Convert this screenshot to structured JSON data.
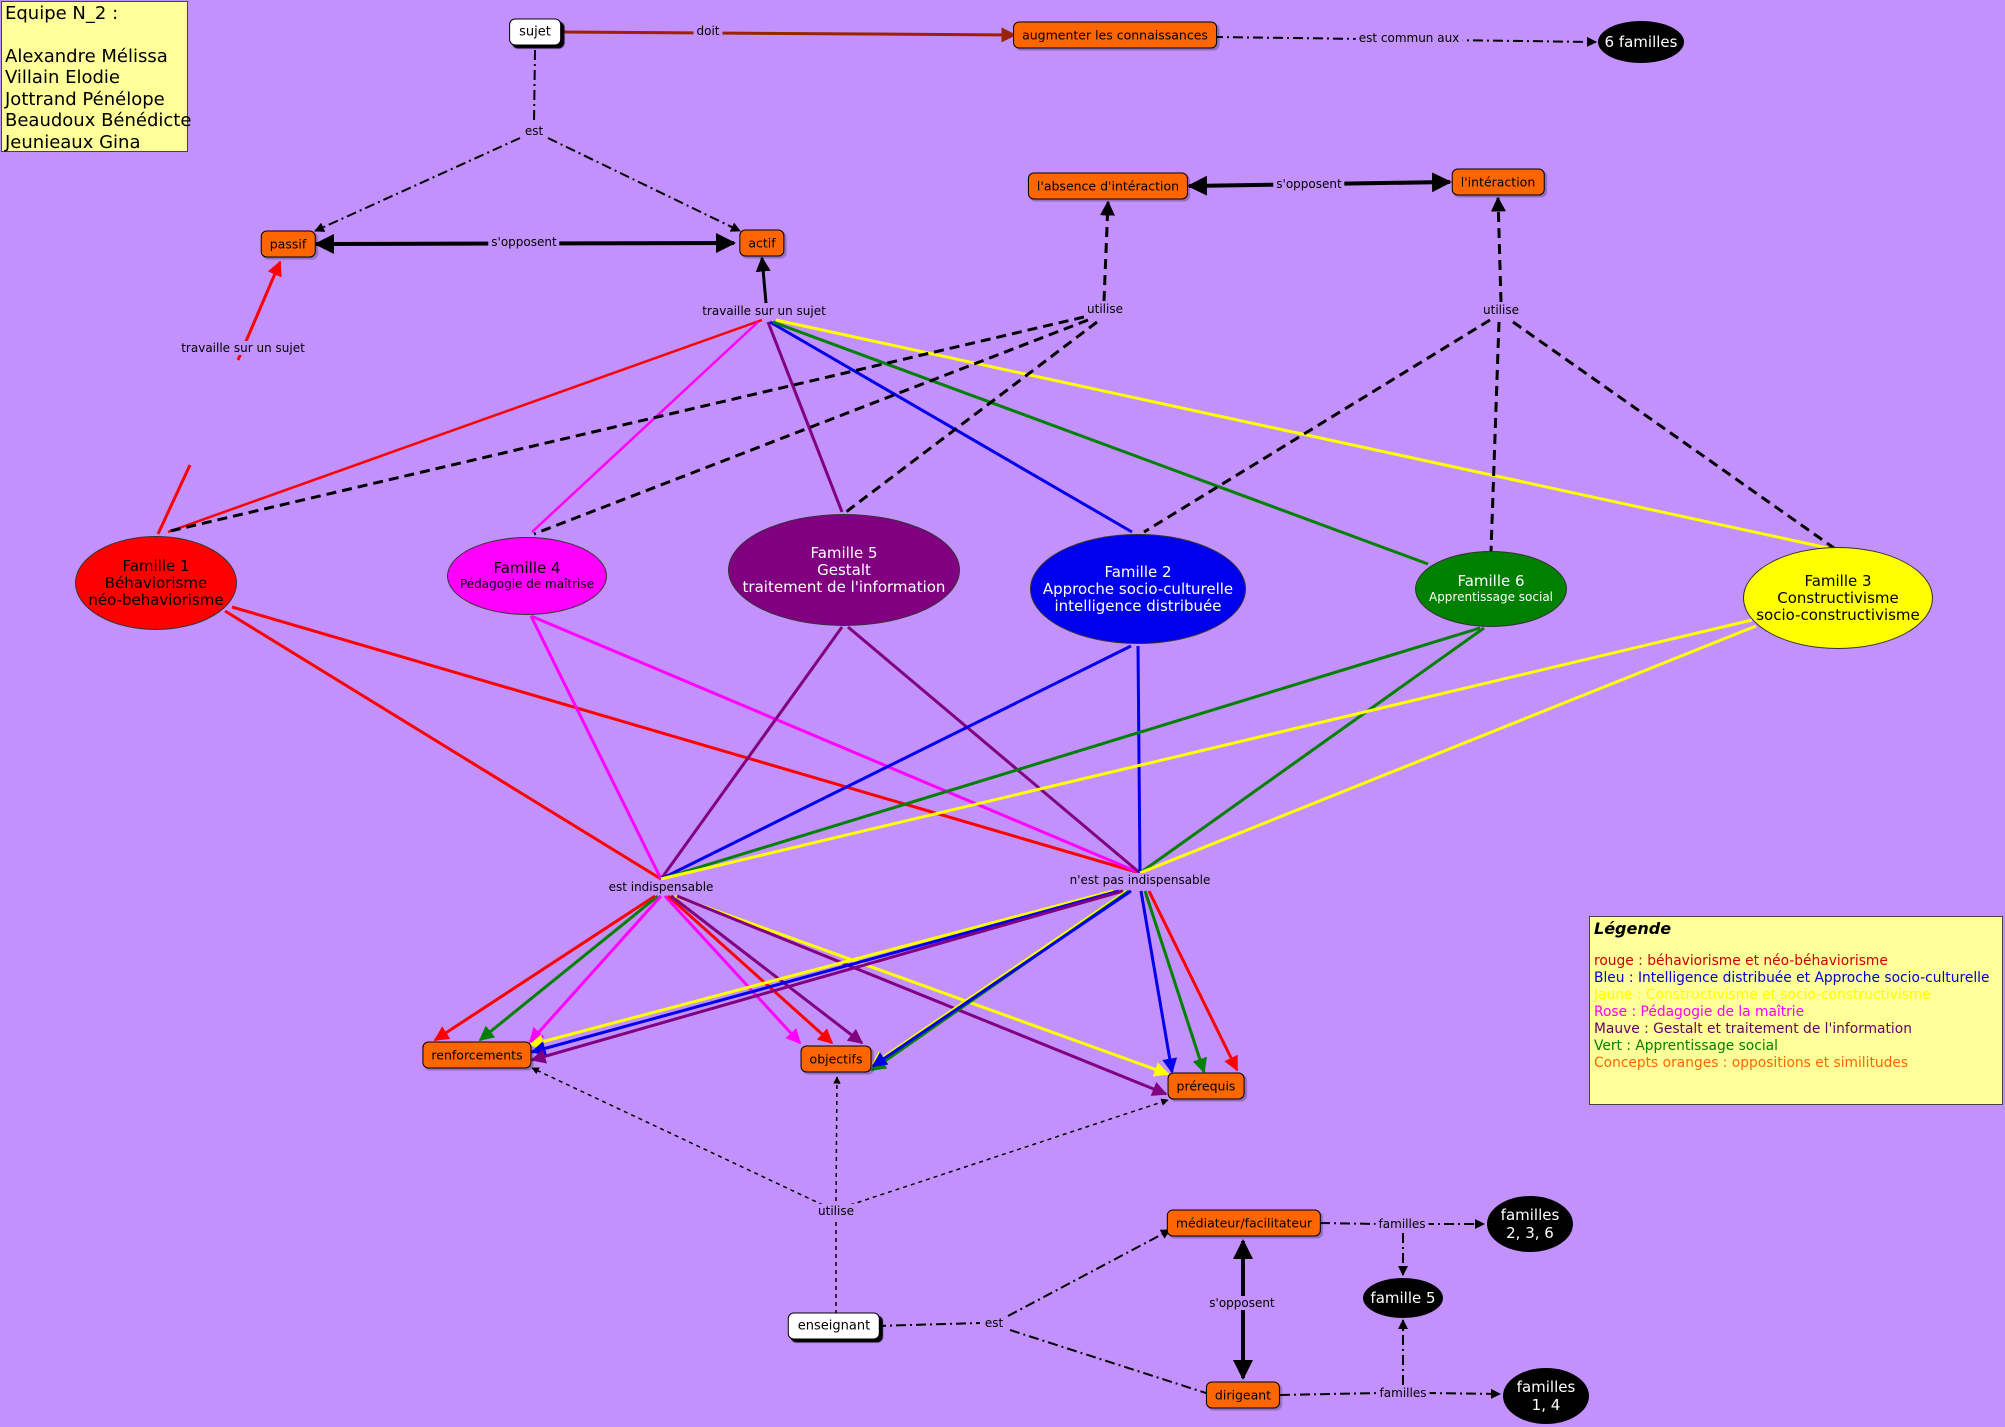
{
  "team": {
    "title": "Equipe N_2 :",
    "members": [
      "Alexandre Mélissa",
      "Villain Elodie",
      "Jottrand Pénélope",
      "Beaudoux Bénédicte",
      "Jeunieaux Gina"
    ]
  },
  "colors": {
    "background": "#c391fb",
    "concept": "#ff6600",
    "famille1": "#ff0000",
    "famille2": "#0000ee",
    "famille3": "#ffff00",
    "famille4": "#ff00ff",
    "famille5": "#800080",
    "famille6": "#008000",
    "doit_link": "#992200"
  },
  "nodes": {
    "sujet": "sujet",
    "augmenter": "augmenter les connaissances",
    "six_familles": "6 familles",
    "absence": "l'absence d'intéraction",
    "interaction": "l'intéraction",
    "passif": "passif",
    "actif": "actif",
    "renforcements": "renforcements",
    "objectifs": "objectifs",
    "prerequis": "prérequis",
    "mediateur": "médiateur/facilitateur",
    "dirigeant": "dirigeant",
    "enseignant": "enseignant",
    "fam236": [
      "familles",
      "2, 3, 6"
    ],
    "fam5": "famille 5",
    "fam14": [
      "familles",
      "1, 4"
    ]
  },
  "families": {
    "f1": [
      "Famille 1",
      "Béhaviorisme",
      "néo-behaviorisme"
    ],
    "f4": [
      "Famille 4",
      "Pédagogie de maîtrise"
    ],
    "f5": [
      "Famille 5",
      "Gestalt",
      "traitement de l'information"
    ],
    "f2": [
      "Famille 2",
      "Approche socio-culturelle",
      "intelligence distribuée"
    ],
    "f6": [
      "Famille 6",
      "Apprentissage social"
    ],
    "f3": [
      "Famille 3",
      "Constructivisme",
      "socio-constructivisme"
    ]
  },
  "links": {
    "doit": "doit",
    "est_commun_aux": "est commun aux",
    "est": "est",
    "s_opposent": "s'opposent",
    "travaille_sur_un_sujet": "travaille sur un sujet",
    "utilise": "utilise",
    "est_indispensable": "est indispensable",
    "n_est_pas_indispensable": "n'est pas indispensable",
    "familles": "familles"
  },
  "legend": {
    "title": "Légende",
    "items": [
      {
        "text": "rouge : béhaviorisme et néo-béhaviorisme",
        "color": "#cc0000"
      },
      {
        "text": "Bleu : Intelligence distribuée et Approche socio-culturelle",
        "color": "#0000cc"
      },
      {
        "text": "Jaune : Constructivisme et socio-constructivisme",
        "color": "#ffff00"
      },
      {
        "text": "Rose : Pédagogie de la maîtrie",
        "color": "#ff00ff"
      },
      {
        "text": "Mauve : Gestalt et traitement de l'information",
        "color": "#660066"
      },
      {
        "text": "Vert : Apprentissage social",
        "color": "#008000"
      },
      {
        "text": "Concepts oranges : oppositions et similitudes",
        "color": "#ff6600"
      }
    ]
  }
}
